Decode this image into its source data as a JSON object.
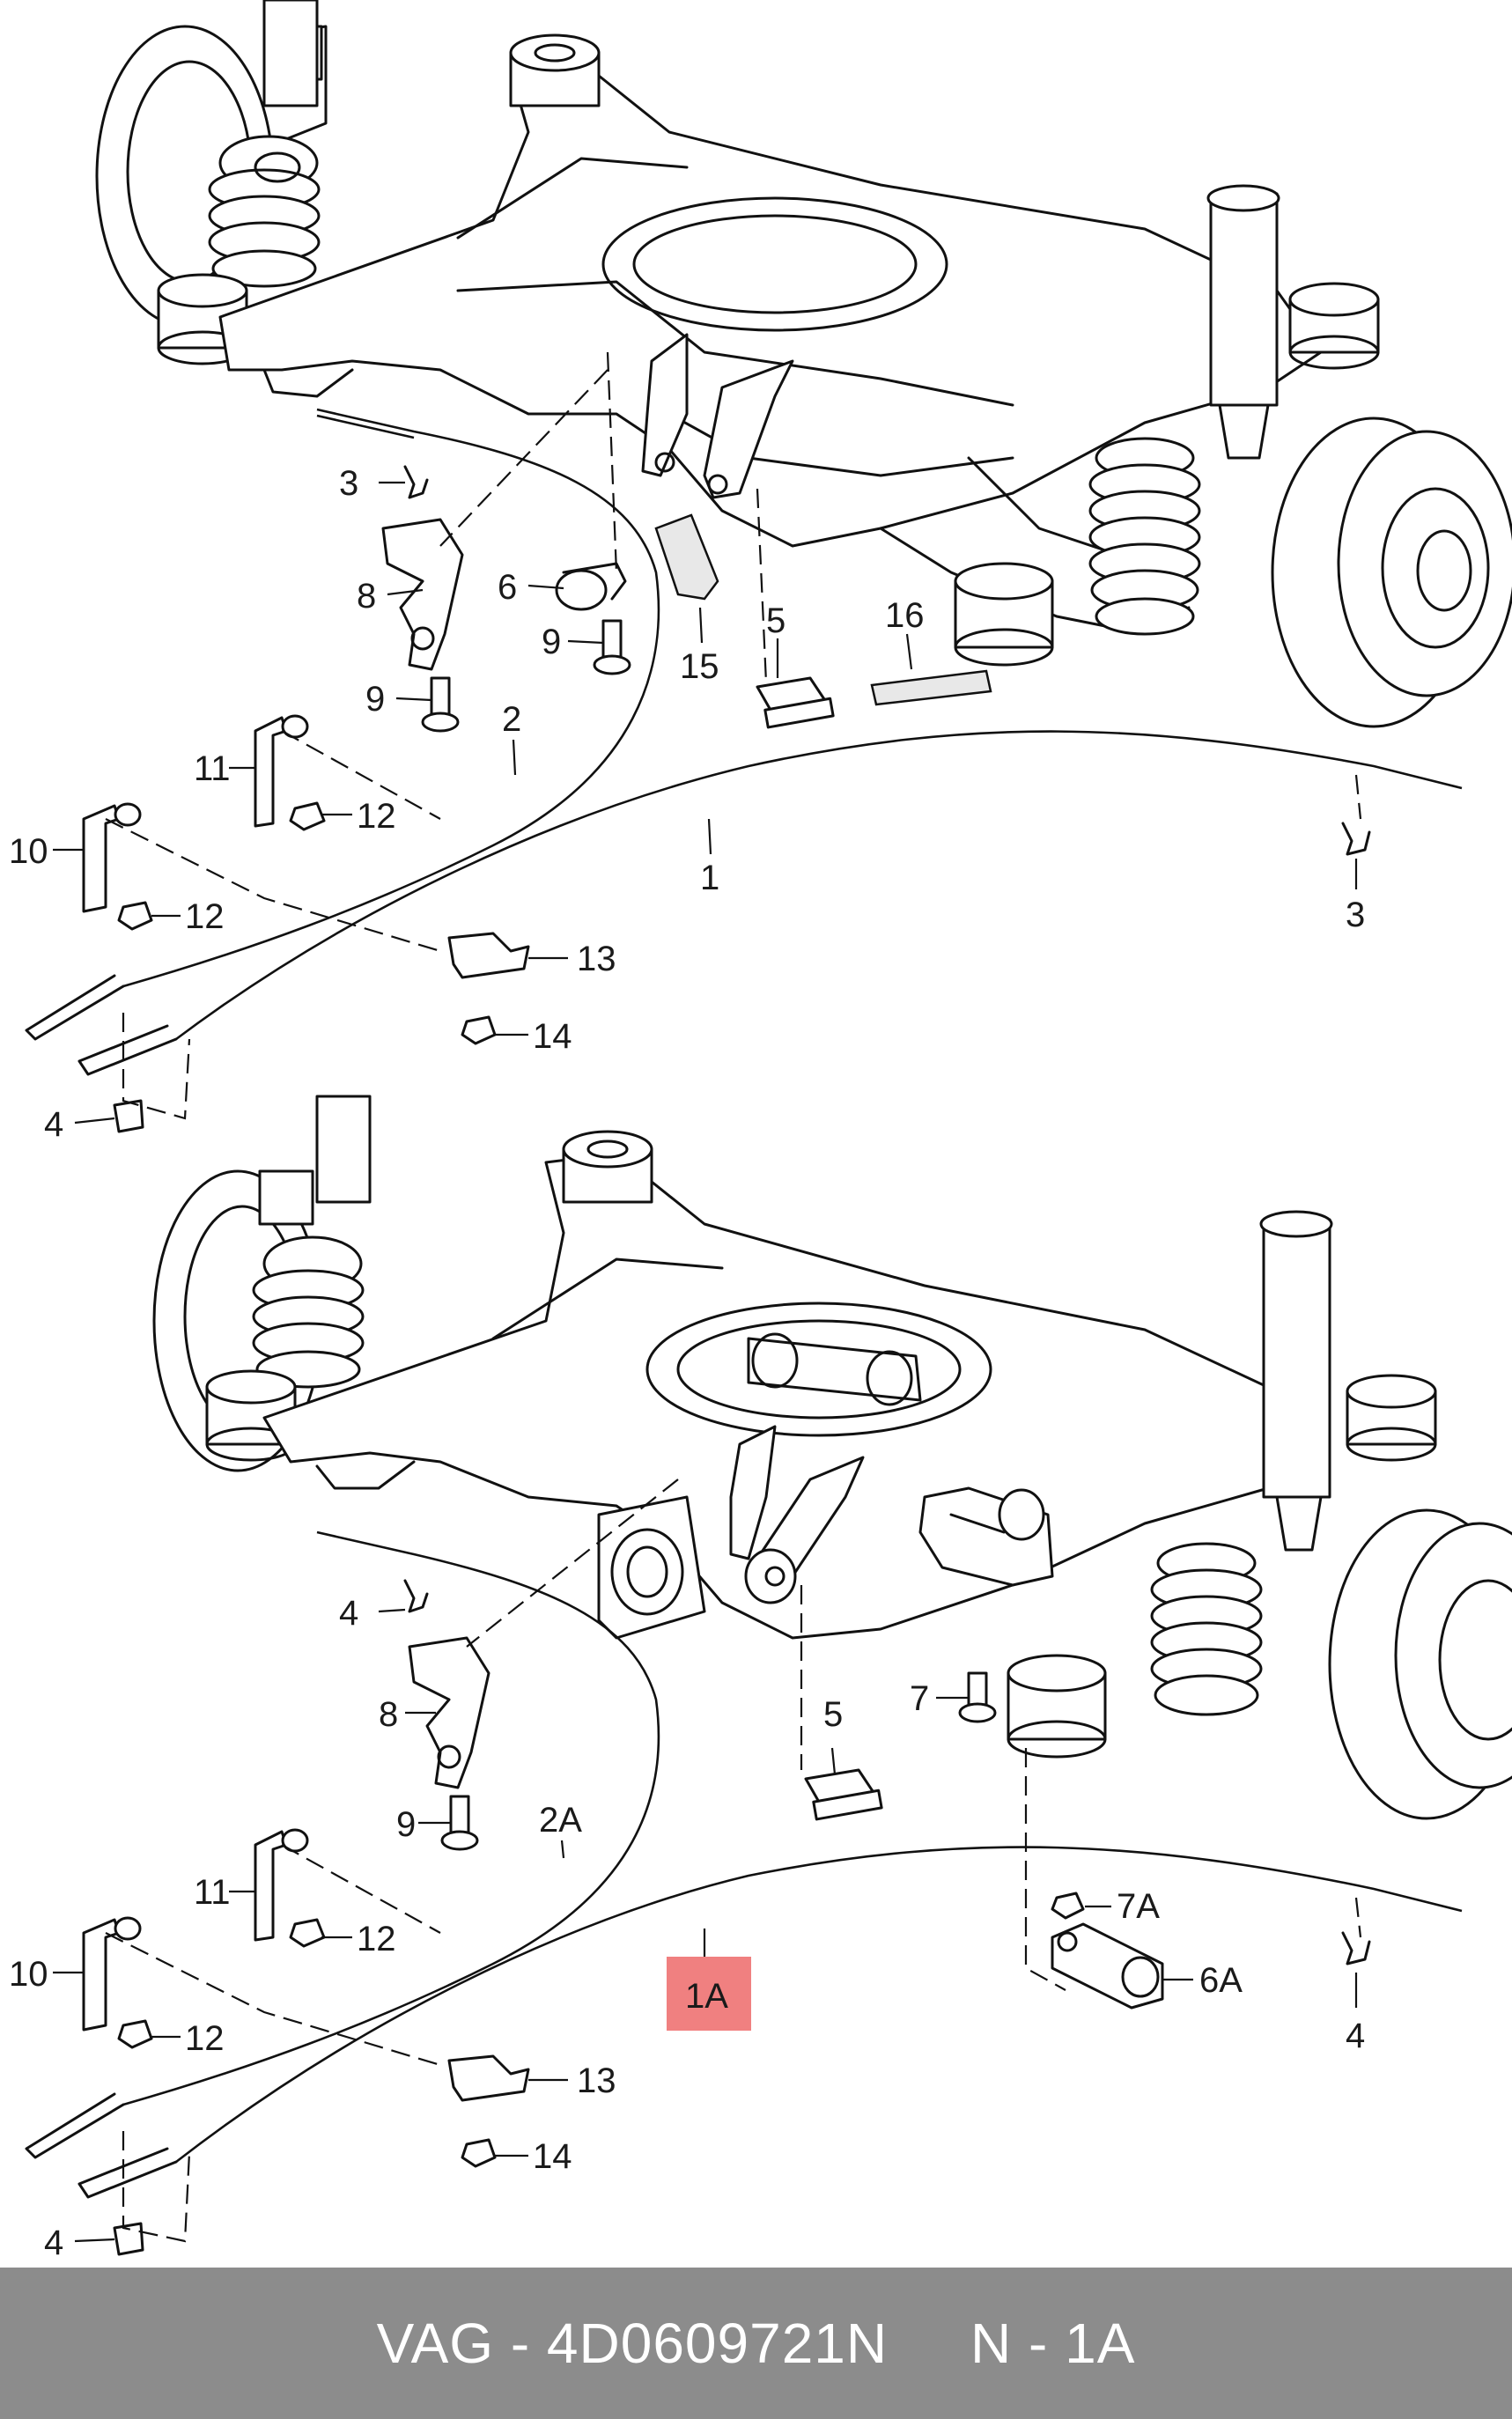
{
  "footer": {
    "brand": "VAG",
    "sep": " - ",
    "part_number": "4D0609721N",
    "position_label": "N - 1A",
    "background": "#8c8c8c"
  },
  "highlight_color": "#f08080",
  "top_callouts": {
    "c1": "1",
    "c2": "2",
    "c3a": "3",
    "c3b": "3",
    "c4": "4",
    "c5": "5",
    "c6": "6",
    "c8": "8",
    "c9a": "9",
    "c9b": "9",
    "c10": "10",
    "c11": "11",
    "c12a": "12",
    "c12b": "12",
    "c13": "13",
    "c14": "14",
    "c15": "15",
    "c16": "16"
  },
  "bottom_callouts": {
    "c1a": "1A",
    "c2a": "2A",
    "c4a": "4",
    "c4b": "4",
    "c4c": "4",
    "c5": "5",
    "c6a": "6A",
    "c7": "7",
    "c7a": "7A",
    "c8": "8",
    "c9": "9",
    "c10": "10",
    "c11": "11",
    "c12a": "12",
    "c12b": "12",
    "c13": "13",
    "c14": "14"
  }
}
